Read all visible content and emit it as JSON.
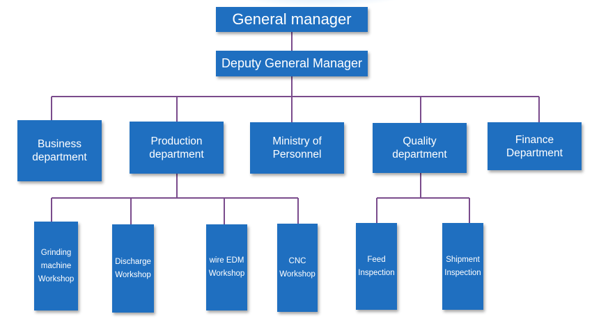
{
  "general_manager": "General manager",
  "deputy_general_manager": "Deputy General Manager",
  "departments": {
    "business": [
      "Business",
      "department"
    ],
    "production": [
      "Production",
      "department"
    ],
    "personnel": [
      "Ministry of",
      "Personnel"
    ],
    "quality": [
      "Quality",
      "department"
    ],
    "finance": [
      "Finance",
      "Department"
    ]
  },
  "workshops": {
    "grinding": [
      "Grinding",
      "machine",
      "Workshop"
    ],
    "discharge": [
      "Discharge",
      "Workshop"
    ],
    "wire_edm": [
      "wire EDM",
      "Workshop"
    ],
    "cnc": [
      "CNC",
      "Workshop"
    ],
    "feed_inspection": [
      "Feed",
      "Inspection"
    ],
    "shipment_inspection": [
      "Shipment",
      "Inspection"
    ]
  },
  "colors": {
    "box": "#1f6fc0",
    "connector": "#7a4b8c"
  }
}
